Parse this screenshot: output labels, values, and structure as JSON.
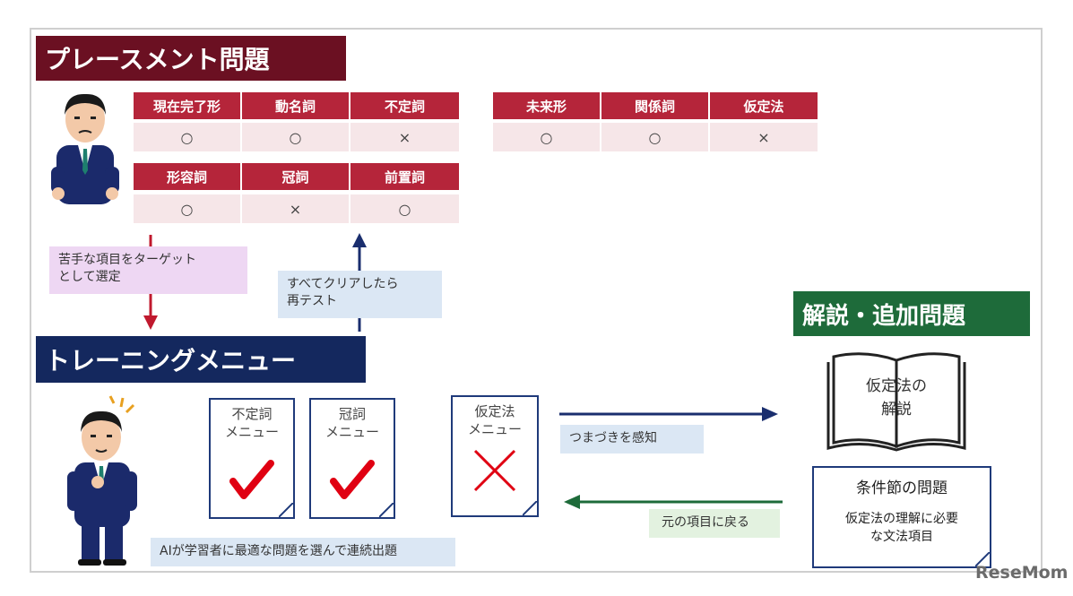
{
  "placement": {
    "title": "プレースメント問題",
    "table_a": {
      "headers": [
        "現在完了形",
        "動名詞",
        "不定詞"
      ],
      "values": [
        "○",
        "○",
        "×"
      ]
    },
    "table_b": {
      "headers": [
        "未来形",
        "関係詞",
        "仮定法"
      ],
      "values": [
        "○",
        "○",
        "×"
      ]
    },
    "table_c": {
      "headers": [
        "形容詞",
        "冠詞",
        "前置詞"
      ],
      "values": [
        "○",
        "×",
        "○"
      ]
    }
  },
  "notes": {
    "target_line1": "苦手な項目をターゲット",
    "target_line2": "として選定",
    "retest_line1": "すべてクリアしたら",
    "retest_line2": "再テスト",
    "ai_select": "AIが学習者に最適な問題を選んで連続出題",
    "stumble": "つまづきを感知",
    "return": "元の項目に戻る"
  },
  "training": {
    "title": "トレーニングメニュー",
    "cards": [
      {
        "line1": "不定詞",
        "line2": "メニュー",
        "status": "check"
      },
      {
        "line1": "冠詞",
        "line2": "メニュー",
        "status": "check"
      },
      {
        "line1": "仮定法",
        "line2": "メニュー",
        "status": "cross"
      }
    ]
  },
  "explanation": {
    "title": "解説・追加問題",
    "book_line1": "仮定法の",
    "book_line2": "解説",
    "doc_title": "条件節の問題",
    "doc_line1": "仮定法の理解に必要",
    "doc_line2": "な文法項目"
  },
  "watermark": "ReseMom",
  "colors": {
    "placement_banner": "#6b1022",
    "training_banner": "#14285e",
    "explanation_banner": "#1e6b3a",
    "table_header": "#b5253a",
    "table_cell": "#f6e6e8",
    "check": "#e00012",
    "cross": "#e00012",
    "arrow_red": "#c0192e",
    "arrow_navy": "#1a2e6e",
    "arrow_green": "#1e6b3a"
  }
}
